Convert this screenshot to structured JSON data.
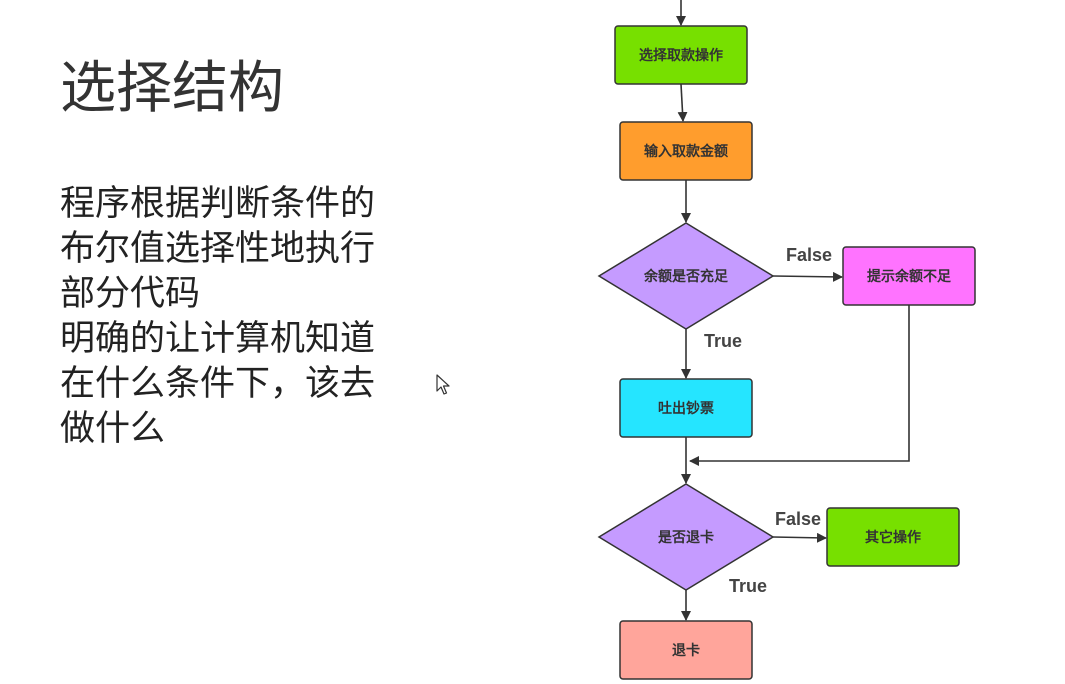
{
  "slide": {
    "title": "选择结构",
    "body_lines": [
      "程序根据判断条件的",
      "布尔值选择性地执行",
      "部分代码",
      "明确的让计算机知道",
      "在什么条件下，该去",
      "做什么"
    ]
  },
  "flowchart": {
    "nodes": [
      {
        "id": "select",
        "label": "选择取款操作",
        "shape": "rect",
        "color": "#77E000"
      },
      {
        "id": "input",
        "label": "输入取款金额",
        "shape": "rect",
        "color": "#FF9D2D"
      },
      {
        "id": "enough",
        "label": "余额是否充足",
        "shape": "diamond",
        "color": "#C59BFF"
      },
      {
        "id": "warn",
        "label": "提示余额不足",
        "shape": "rect",
        "color": "#FF73FF"
      },
      {
        "id": "cash",
        "label": "吐出钞票",
        "shape": "rect",
        "color": "#25E5FF"
      },
      {
        "id": "eject",
        "label": "是否退卡",
        "shape": "diamond",
        "color": "#C59BFF"
      },
      {
        "id": "other",
        "label": "其它操作",
        "shape": "rect",
        "color": "#77E000"
      },
      {
        "id": "card",
        "label": "退卡",
        "shape": "rect",
        "color": "#FFA59B"
      }
    ],
    "edges": [
      {
        "from": "start",
        "to": "select",
        "label": ""
      },
      {
        "from": "select",
        "to": "input",
        "label": ""
      },
      {
        "from": "input",
        "to": "enough",
        "label": ""
      },
      {
        "from": "enough",
        "to": "warn",
        "label": "False"
      },
      {
        "from": "enough",
        "to": "cash",
        "label": "True"
      },
      {
        "from": "cash",
        "to": "eject",
        "label": ""
      },
      {
        "from": "warn",
        "to": "eject",
        "label": ""
      },
      {
        "from": "eject",
        "to": "other",
        "label": "False"
      },
      {
        "from": "eject",
        "to": "card",
        "label": "True"
      }
    ]
  }
}
